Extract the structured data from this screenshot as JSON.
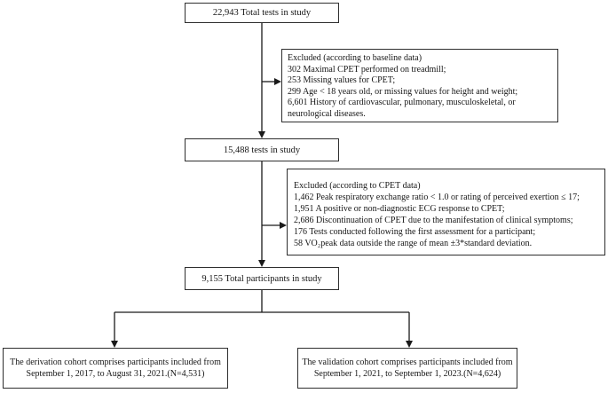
{
  "figure": {
    "type": "study-flow-diagram",
    "top_box": {
      "text": "22,943 Total tests in study"
    },
    "exclusion1": {
      "title": "Excluded (according to baseline data)",
      "items": [
        "302 Maximal CPET performed on treadmill;",
        "253 Missing values for CPET;",
        "299 Age < 18 years old, or missing values for height and weight;",
        "6,601 History of cardiovascular, pulmonary, musculoskeletal, or neurological diseases."
      ]
    },
    "tests_box": {
      "text": "15,488 tests in study"
    },
    "exclusion2": {
      "title": "Excluded (according to CPET data)",
      "items": [
        "1,462 Peak respiratory exchange ratio < 1.0 or rating of perceived exertion ≤ 17;",
        "1,951 A positive or non-diagnostic ECG response to CPET;",
        "2,686 Discontinuation of CPET due to the manifestation of clinical symptoms;",
        "176 Tests conducted following the first assessment for a participant;",
        "58 VO₂peak data outside the range of mean ±3*standard deviation."
      ]
    },
    "participants_box": {
      "text": "9,155 Total participants in study"
    },
    "derivation_box": {
      "text": "The derivation cohort comprises participants included from September 1, 2017, to August 31, 2021.(N=4,531)"
    },
    "validation_box": {
      "text": "The validation cohort comprises participants included from September 1, 2021, to September 1, 2023.(N=4,624)"
    }
  },
  "colors": {
    "background": "#ffffff",
    "box_border": "#2e2e2e",
    "connector": "#1a1a1a",
    "text": "#161616"
  }
}
